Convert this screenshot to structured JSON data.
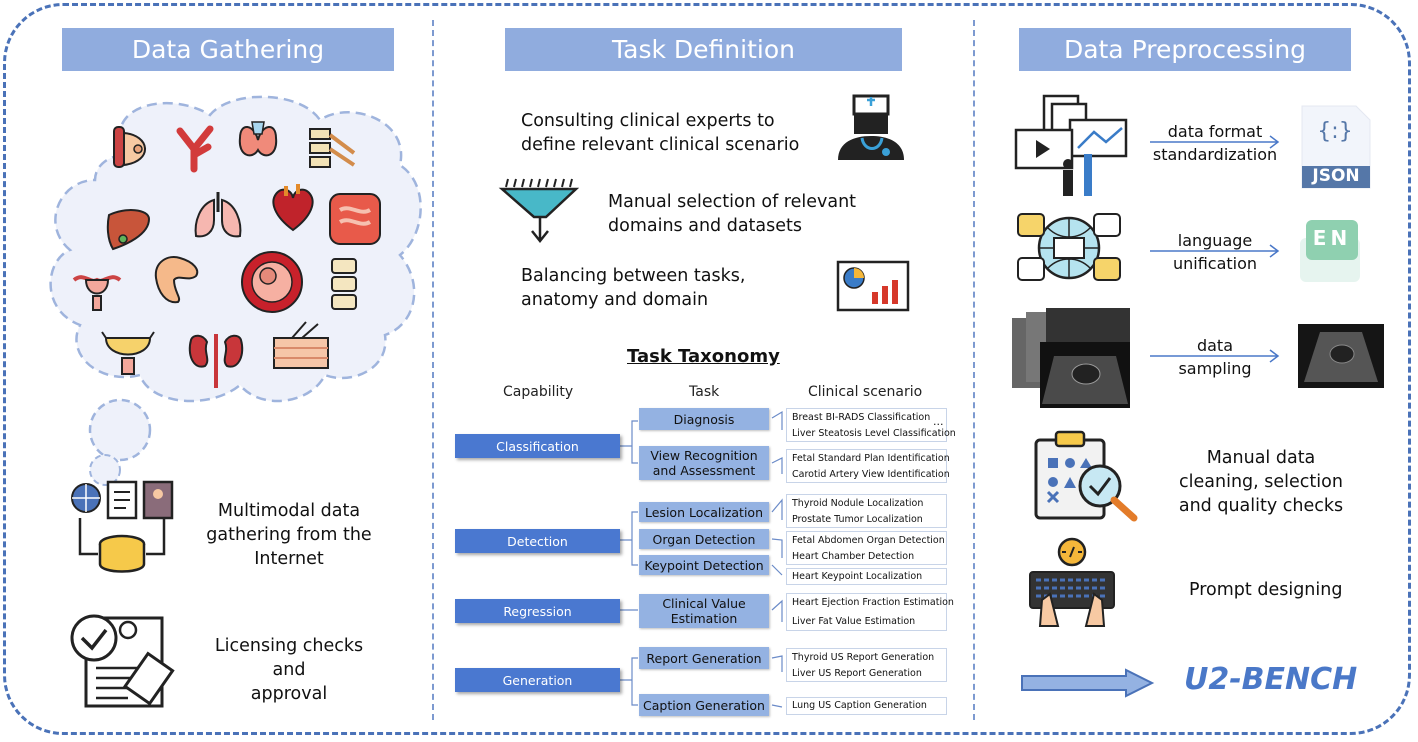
{
  "sections": {
    "data_gathering": {
      "title": "Data Gathering",
      "items": [
        {
          "label_lines": [
            "Multimodal data",
            "gathering from the",
            "Internet"
          ],
          "icon": "web-database-icon"
        },
        {
          "label_lines": [
            "Licensing checks and",
            "approval"
          ],
          "icon": "license-approval-icon"
        }
      ],
      "organ_icons": [
        "breast-icon",
        "vessel-icon",
        "thyroid-icon",
        "spine-tissue-icon",
        "liver-icon",
        "lungs-icon",
        "heart-icon",
        "intestine-icon",
        "uterus-icon",
        "pancreas-icon",
        "fetus-icon",
        "vertebra-icon",
        "bladder-icon",
        "kidney-icon",
        "skin-icon"
      ]
    },
    "task_definition": {
      "title": "Task Definition",
      "steps": [
        {
          "lines": [
            "Consulting clinical experts to",
            "define relevant clinical scenario"
          ],
          "icon": "doctor-icon"
        },
        {
          "lines": [
            "Manual selection of relevant",
            "domains and datasets"
          ],
          "icon": "funnel-icon"
        },
        {
          "lines": [
            "Balancing between tasks,",
            "anatomy and domain"
          ],
          "icon": "chart-board-icon"
        }
      ],
      "taxonomy": {
        "title": "Task Taxonomy",
        "headers": [
          "Capability",
          "Task",
          "Clinical scenario"
        ],
        "capabilities": [
          "Classification",
          "Detection",
          "Regression",
          "Generation"
        ],
        "tasks": [
          {
            "label": "Diagnosis",
            "scenarios": [
              "Breast BI-RADS Classification",
              "Liver Steatosis Level Classification"
            ],
            "ellipsis": "..."
          },
          {
            "label": "View Recognition and Assessment",
            "scenarios": [
              "Fetal Standard Plan Identification",
              "Carotid Artery View Identification"
            ]
          },
          {
            "label": "Lesion Localization",
            "scenarios": [
              "Thyroid Nodule Localization",
              "Prostate Tumor Localization"
            ]
          },
          {
            "label": "Organ Detection",
            "scenarios": [
              "Fetal Abdomen Organ Detection",
              "Heart Chamber Detection"
            ]
          },
          {
            "label": "Keypoint Detection",
            "scenarios": [
              "Heart Keypoint Localization"
            ]
          },
          {
            "label": "Clinical Value Estimation",
            "scenarios": [
              "Heart Ejection Fraction Estimation",
              "Liver Fat Value Estimation"
            ]
          },
          {
            "label": "Report Generation",
            "scenarios": [
              "Thyroid US Report Generation",
              "Liver US Report Generation"
            ]
          },
          {
            "label": "Caption Generation",
            "scenarios": [
              "Lung US Caption Generation"
            ]
          }
        ]
      }
    },
    "data_preprocessing": {
      "title": "Data Preprocessing",
      "steps": [
        {
          "lines": [
            "data format",
            "standardization"
          ],
          "icon": "json-file-icon",
          "badge": "JSON",
          "glyph": "{:}"
        },
        {
          "lines": [
            "language",
            "unification"
          ],
          "icon": "english-language-icon",
          "badge": "EN"
        },
        {
          "lines": [
            "data",
            "sampling"
          ],
          "icon": "ultrasound-image-icon"
        },
        {
          "lines": [
            "Manual data",
            "cleaning, selection",
            "and quality checks"
          ],
          "icon": "clipboard-magnifier-icon"
        },
        {
          "lines": [
            "Prompt designing"
          ],
          "icon": "keyboard-code-icon"
        }
      ],
      "output_label": "U2-BENCH"
    }
  },
  "colors": {
    "header_bg": "#90acde",
    "capability_bg": "#4a78d0",
    "task_bg": "#94b2e2",
    "frame": "#4a72b8",
    "bench_text": "#4a78c8"
  }
}
